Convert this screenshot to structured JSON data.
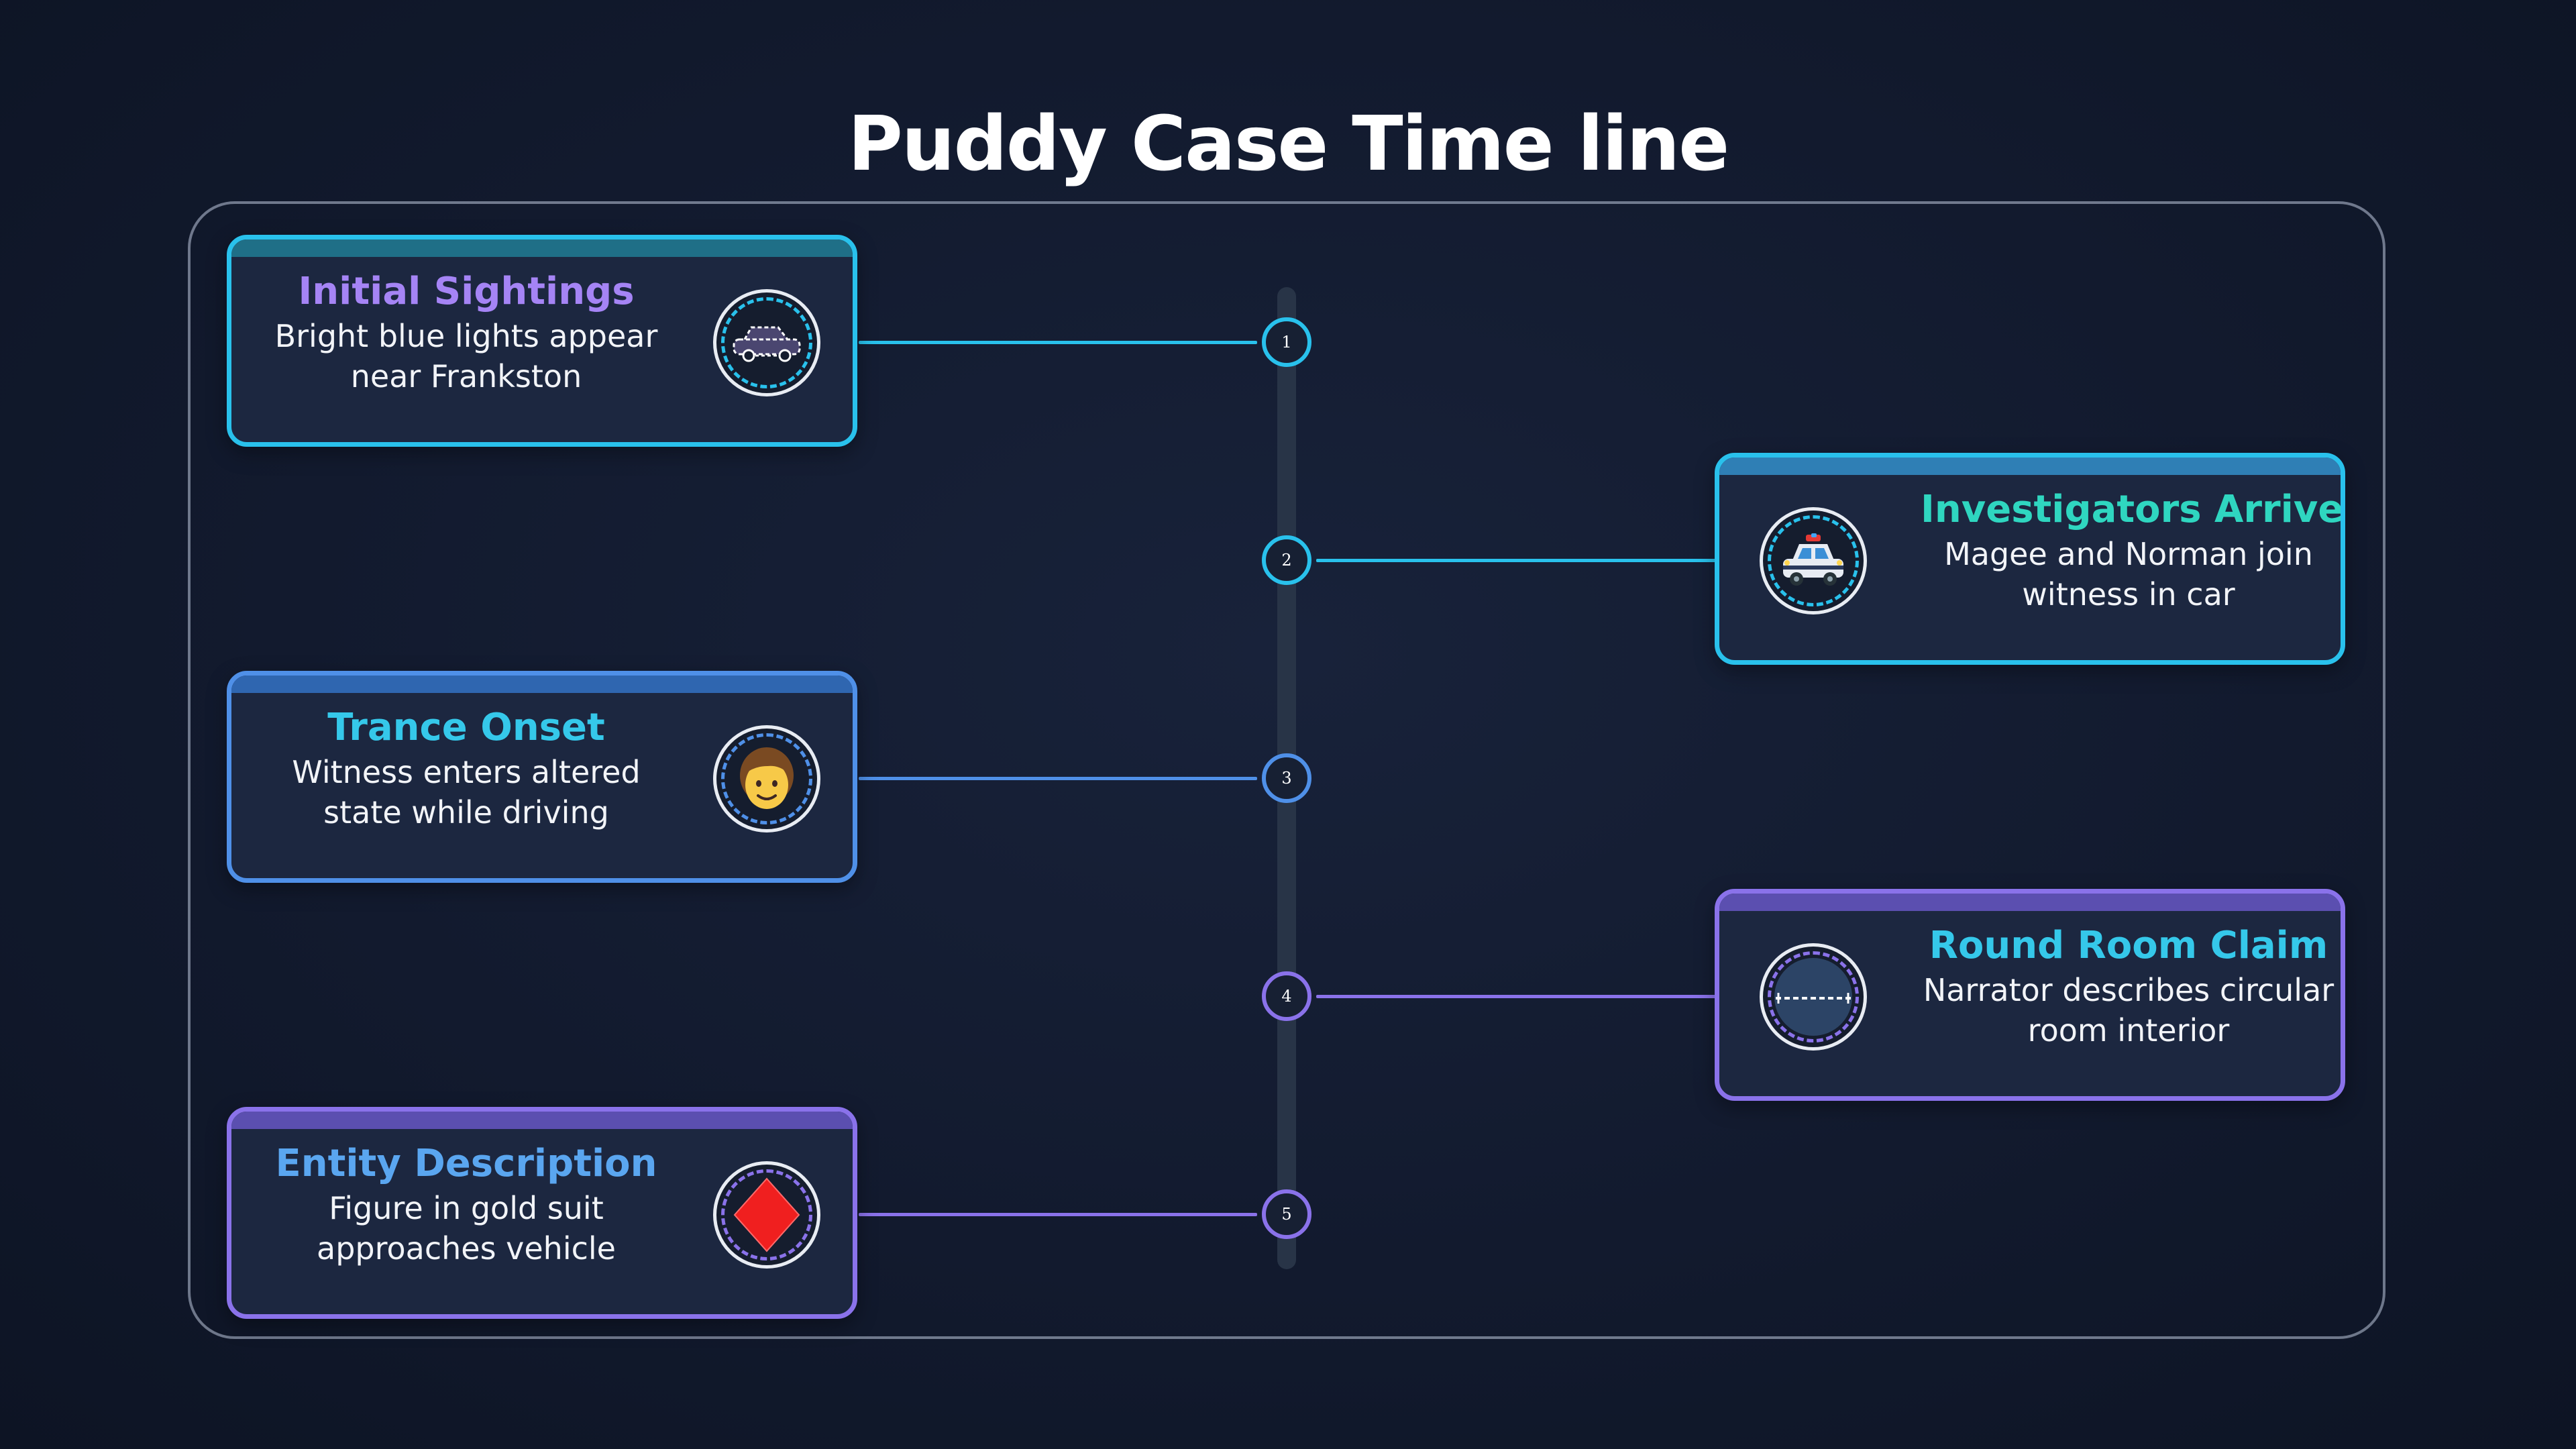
{
  "title": "Puddy Case Time line",
  "colors": {
    "cyan": "#29c1ec",
    "blue": "#4f90e8",
    "violet": "#8a72ea",
    "title_violet": "#a584f5",
    "title_teal": "#2fd6c0",
    "title_cyan": "#35c8ea",
    "title_blue": "#5aa6f0",
    "spine": "#283447",
    "card_bg": "#1c2740"
  },
  "events": [
    {
      "number": "1",
      "title": "Initial Sightings",
      "description": "Bright blue lights appear near Frankston",
      "icon": "ufo-outline-icon",
      "side": "left"
    },
    {
      "number": "2",
      "title": "Investigators Arrive",
      "description": "Magee and Norman join witness in car",
      "icon": "police-car-icon",
      "side": "right"
    },
    {
      "number": "3",
      "title": "Trance Onset",
      "description": "Witness enters altered state while driving",
      "icon": "person-face-icon",
      "side": "left"
    },
    {
      "number": "4",
      "title": "Round Room Claim",
      "description": "Narrator describes circular room interior",
      "icon": "round-room-icon",
      "side": "right"
    },
    {
      "number": "5",
      "title": "Entity Description",
      "description": "Figure in gold suit approaches vehicle",
      "icon": "red-diamond-icon",
      "side": "left"
    }
  ]
}
